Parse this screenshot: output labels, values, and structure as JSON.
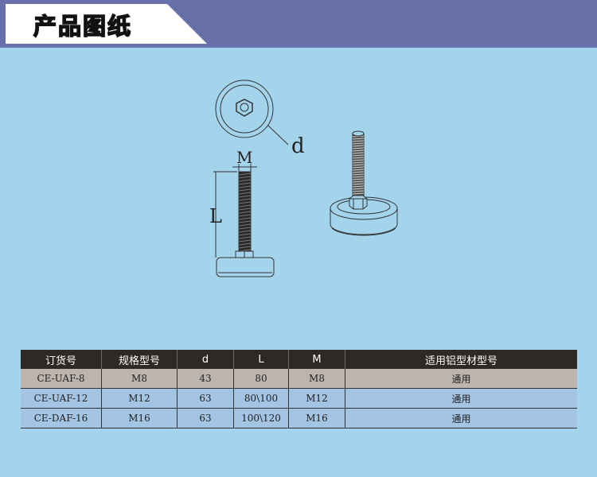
{
  "header": {
    "title": "产品图纸"
  },
  "drawing": {
    "labels": {
      "d": "d",
      "M": "M",
      "L": "L"
    }
  },
  "table": {
    "headers": [
      "订货号",
      "规格型号",
      "d",
      "L",
      "M",
      "适用铝型材型号"
    ],
    "rows": [
      [
        "CE-UAF-8",
        "M8",
        "43",
        "80",
        "M8",
        "通用"
      ],
      [
        "CE-UAF-12",
        "M12",
        "63",
        "80\\100",
        "M12",
        "通用"
      ],
      [
        "CE-DAF-16",
        "M16",
        "63",
        "100\\120",
        "M16",
        "通用"
      ]
    ]
  },
  "colors": {
    "background": "#a3d4ec",
    "band": "#6770a8",
    "table_header": "#2e2925",
    "row_highlight": "#bdb4ae",
    "row": "#a3c4e2"
  }
}
